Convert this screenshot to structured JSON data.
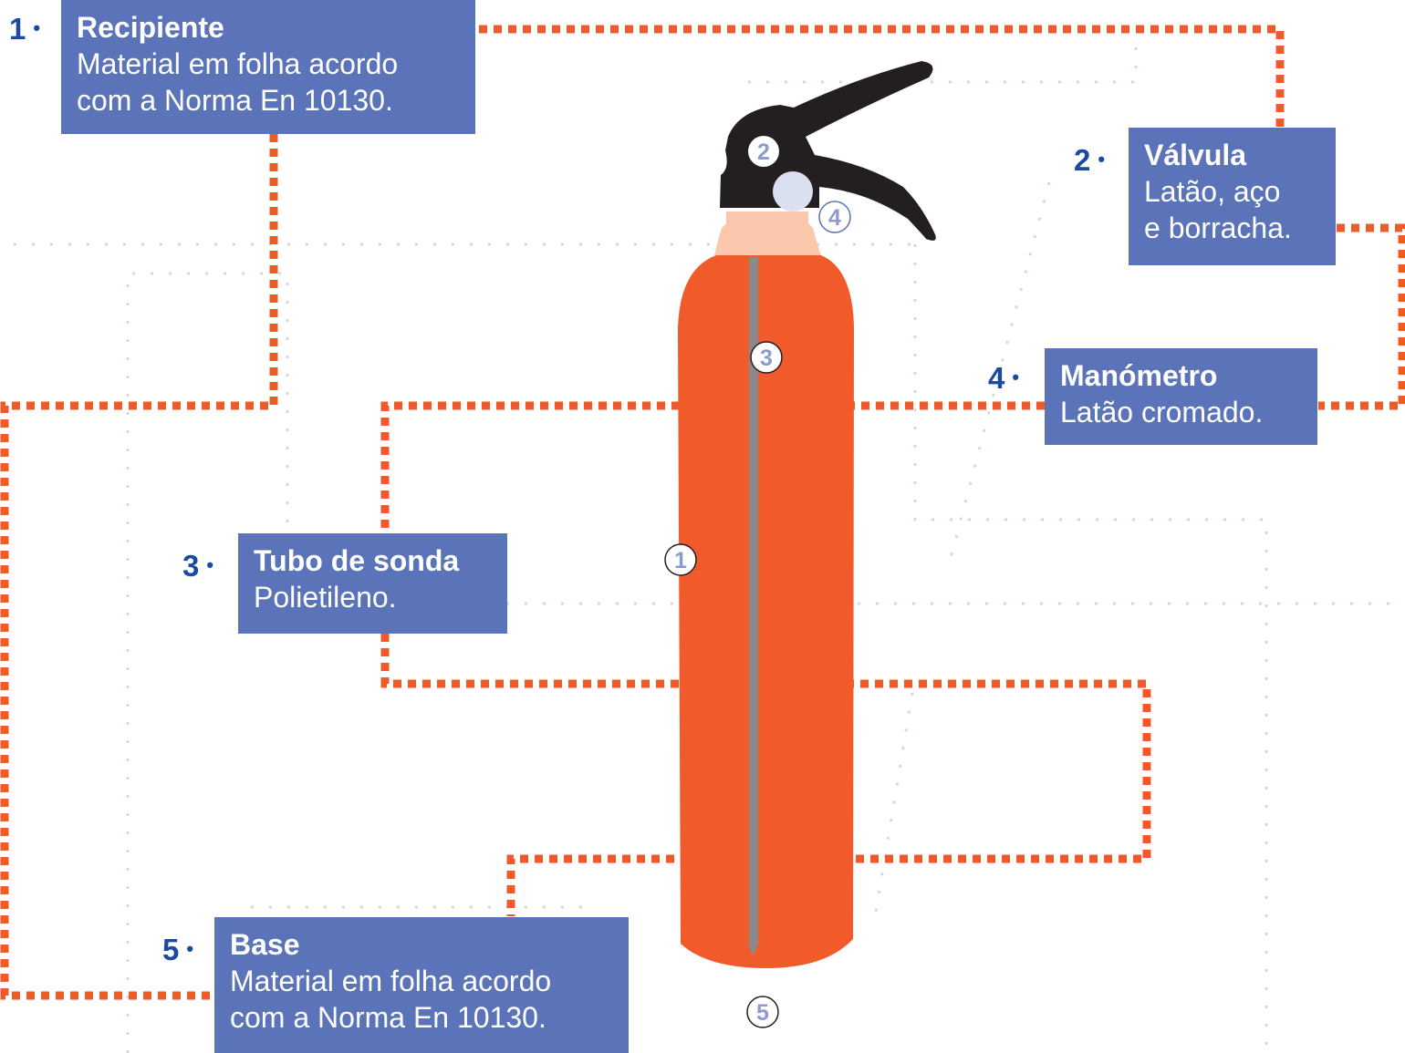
{
  "colors": {
    "box": "#5b73b8",
    "number": "#1b4a9e",
    "leader": "#f05a28",
    "guide": "#d3d8e6",
    "body": "#f15a2b",
    "tube": "#8a8a8a",
    "handle": "#231f20",
    "collar": "#fbc7ad",
    "marker_fill": "#ffffff",
    "marker_text": "#8e9ac9"
  },
  "components": [
    {
      "number": "1",
      "title": "Recipiente",
      "description": "Material em folha acordo\ncom a Norma En 10130."
    },
    {
      "number": "2",
      "title": "Válvula",
      "description": "Latão, aço\ne borracha."
    },
    {
      "number": "3",
      "title": "Tubo de sonda",
      "description": "Polietileno."
    },
    {
      "number": "4",
      "title": "Manómetro",
      "description": "Latão cromado."
    },
    {
      "number": "5",
      "title": "Base",
      "description": "Material em folha acordo\ncom a Norma En 10130."
    }
  ],
  "markers": [
    "1",
    "2",
    "3",
    "4",
    "5"
  ]
}
